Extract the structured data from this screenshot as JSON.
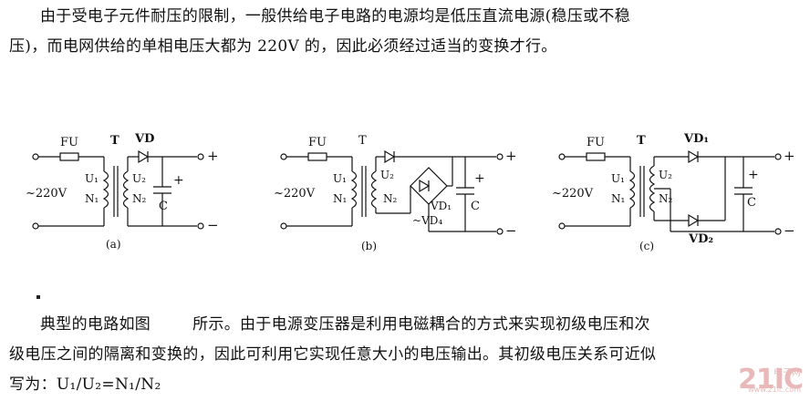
{
  "text": {
    "p1_line1": "由于受电子元件耐压的限制，一般供给电子电路的电源均是低压直流电源(稳压或不稳",
    "p1_line2": "压)，而电网供给的单相电压大都为 220V 的，因此必须经过适当的变换才行。",
    "p2_line1_a": "典型的电路如图",
    "p2_line1_b": "所示。由于电源变压器是利用电磁耦合的方式来实现初级电压和次",
    "p2_line2": "级电压之间的隔离和变换的，因此可利用它实现任意大小的电压输出。其初级电压关系可近似",
    "p2_line3": "写为：U₁/U₂=N₁/N₂"
  },
  "figure": {
    "a": {
      "caption": "(a)",
      "fuse": "FU",
      "transformer": "T",
      "diode": "VD",
      "source": "~220V",
      "u1": "U₁",
      "n1": "N₁",
      "u2": "U₂",
      "n2": "N₂",
      "cap": "C",
      "plus_pol": "+",
      "out_plus": "+",
      "out_minus": "−"
    },
    "b": {
      "caption": "(b)",
      "fuse": "FU",
      "transformer": "T",
      "source": "~220V",
      "u1": "U₁",
      "n1": "N₁",
      "u2": "U₂",
      "n2": "N₂",
      "vd1": "VD₁",
      "vd4": "~VD₄",
      "cap": "C",
      "plus_pol": "+",
      "out_plus": "+",
      "out_minus": "−"
    },
    "c": {
      "caption": "(c)",
      "fuse": "FU",
      "transformer": "T",
      "vd1": "VD₁",
      "vd2": "VD₂",
      "source": "~220V",
      "u1": "U₁",
      "n1": "N₁",
      "u2": "U₂",
      "n2": "N₂",
      "cap": "C",
      "plus_pol": "+",
      "out_plus": "+",
      "out_minus": "−"
    }
  },
  "watermark": {
    "logo": "21IC",
    "tag": "电子网",
    "url": "www.21ic.com"
  }
}
